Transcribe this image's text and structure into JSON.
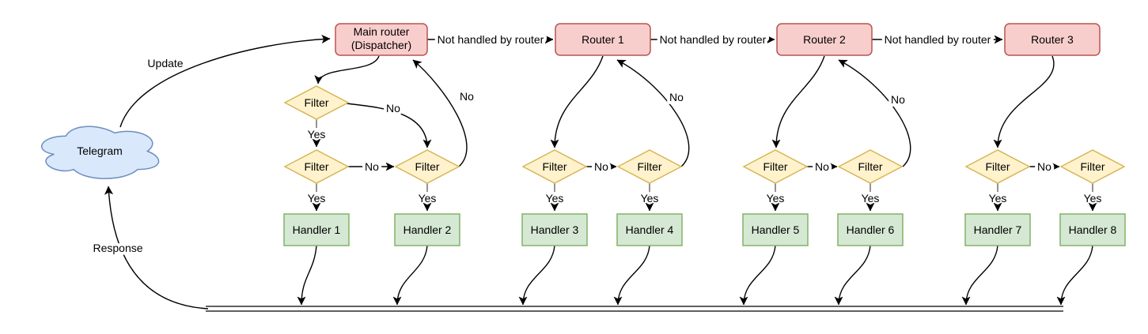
{
  "cloud": {
    "label": "Telegram"
  },
  "edges": {
    "update": "Update",
    "response": "Response",
    "not_handled": "Not handled by router",
    "yes": "Yes",
    "no": "No"
  },
  "nodes": {
    "main_router": {
      "line1": "Main router",
      "line2": "(Dispatcher)"
    },
    "router1": "Router 1",
    "router2": "Router 2",
    "router3": "Router 3",
    "filter": "Filter",
    "handlers": [
      "Handler 1",
      "Handler 2",
      "Handler 3",
      "Handler 4",
      "Handler 5",
      "Handler 6",
      "Handler 7",
      "Handler 8"
    ]
  },
  "colors": {
    "router_fill": "#f8cecc",
    "router_stroke": "#b85450",
    "filter_fill": "#fff2cc",
    "filter_stroke": "#d6b656",
    "handler_fill": "#d5e8d4",
    "handler_stroke": "#82b366",
    "cloud_fill": "#dae8fc",
    "cloud_stroke": "#6c8ebf",
    "edge": "#000000",
    "yes_stub": "#666666"
  }
}
